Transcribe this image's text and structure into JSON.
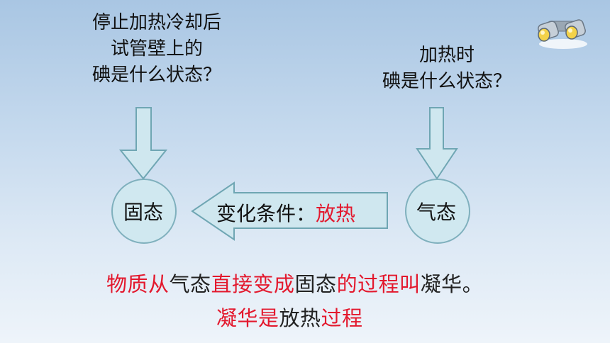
{
  "question_left": {
    "lines": [
      "停止加热冷却后",
      "试管壁上的",
      "碘是什么状态？"
    ]
  },
  "question_right": {
    "lines": [
      "加热时",
      "碘是什么状态？"
    ]
  },
  "states": {
    "solid": "固态",
    "gas": "气态"
  },
  "arrow_label": {
    "prefix": "变化条件：",
    "condition": "放热"
  },
  "definition": {
    "parts": [
      {
        "text": "物质从",
        "style": "red"
      },
      {
        "text": "气态",
        "style": "dark"
      },
      {
        "text": "直接变成",
        "style": "red"
      },
      {
        "text": "固态",
        "style": "dark"
      },
      {
        "text": "的过程叫",
        "style": "red"
      },
      {
        "text": "凝华。",
        "style": "dark"
      }
    ]
  },
  "conclusion": {
    "parts": [
      {
        "text": "凝华是",
        "style": "red"
      },
      {
        "text": "放热",
        "style": "dark"
      },
      {
        "text": "过程",
        "style": "red"
      }
    ]
  },
  "colors": {
    "arrow_fill": "#cfe7ef",
    "arrow_stroke": "#6fa6b3",
    "circle_fill": "#d0e8f0",
    "circle_stroke": "#7fb0bd",
    "red": "#e3182d"
  },
  "decoration_icon": "binoculars-icon"
}
